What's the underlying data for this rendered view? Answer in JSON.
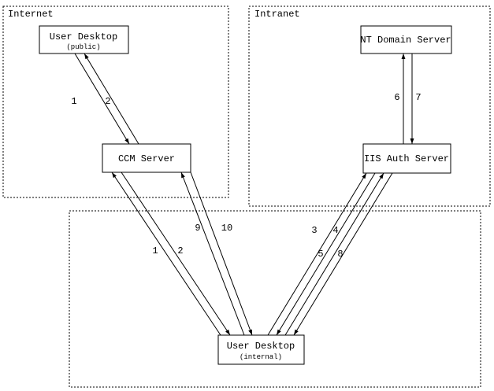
{
  "diagram": {
    "colors": {
      "stroke": "#000000",
      "background": "#ffffff"
    },
    "zones": {
      "internet": {
        "label": "Internet"
      },
      "intranet": {
        "label": "Intranet"
      }
    },
    "nodes": {
      "user_desktop_public": {
        "title": "User Desktop",
        "subtitle": "(public)"
      },
      "ccm_server": {
        "title": "CCM Server"
      },
      "nt_domain_server": {
        "title": "NT Domain Server"
      },
      "iis_auth_server": {
        "title": "IIS Auth Server"
      },
      "user_desktop_internal": {
        "title": "User Desktop",
        "subtitle": "(internal)"
      }
    },
    "edges": {
      "public_desktop_to_ccm": {
        "label": "1"
      },
      "ccm_to_public_desktop": {
        "label": "2"
      },
      "iis_to_nt_domain": {
        "label": "6"
      },
      "nt_domain_to_iis": {
        "label": "7"
      },
      "internal_desktop_to_ccm_a": {
        "label": "1"
      },
      "ccm_to_internal_desktop_a": {
        "label": "2"
      },
      "internal_desktop_to_ccm_b": {
        "label": "9"
      },
      "ccm_to_internal_desktop_b": {
        "label": "10"
      },
      "internal_desktop_to_iis_a": {
        "label": "3"
      },
      "iis_to_internal_desktop_a": {
        "label": "4"
      },
      "internal_desktop_to_iis_b": {
        "label": "5"
      },
      "iis_to_internal_desktop_b": {
        "label": "8"
      }
    }
  }
}
